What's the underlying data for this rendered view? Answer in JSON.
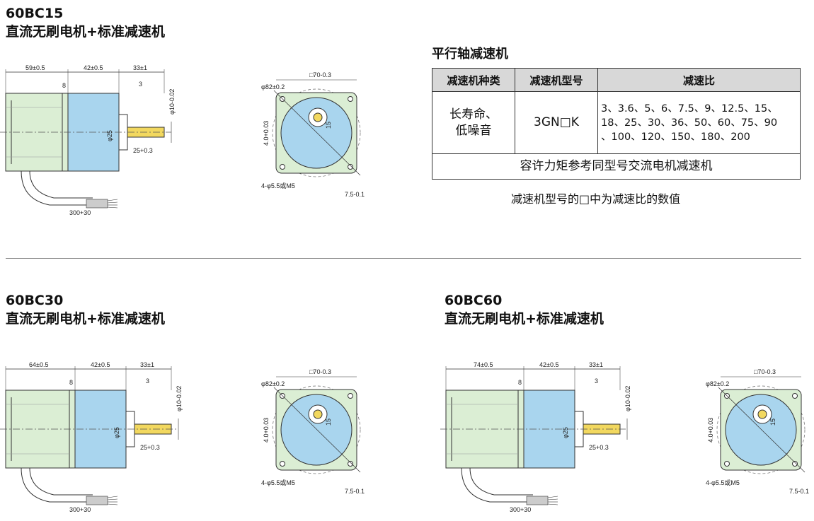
{
  "sections": [
    {
      "model": "60BC15",
      "subtitle": "直流无刷电机+标准减速机"
    },
    {
      "model": "60BC30",
      "subtitle": "直流无刷电机+标准减速机"
    },
    {
      "model": "60BC60",
      "subtitle": "直流无刷电机+标准减速机"
    }
  ],
  "table": {
    "title": "平行轴减速机",
    "headers": [
      "减速机种类",
      "减速机型号",
      "减速比"
    ],
    "row": {
      "type_line1": "长寿命、",
      "type_line2": "低噪音",
      "model": "3GN□K",
      "ratios_line1": "3、3.6、5、6、7.5、9、12.5、15、",
      "ratios_line2": "18、25、30、36、50、60、75、90",
      "ratios_line3": "、100、120、150、180、200"
    },
    "footer": "容许力矩参考同型号交流电机减速机"
  },
  "note": "减速机型号的□中为减速比的数值",
  "drawings": {
    "side": [
      {
        "motor_len": "59±0.5",
        "gear_len": "42±0.5",
        "shaft_len": "33±1",
        "flange": "8",
        "key": "3",
        "shaft_dia": "φ10-0.02",
        "boss_dia": "φ25",
        "key_len": "25+0.3",
        "cable": "300+30"
      },
      {
        "motor_len": "64±0.5",
        "gear_len": "42±0.5",
        "shaft_len": "33±1",
        "flange": "8",
        "key": "3",
        "shaft_dia": "φ10-0.02",
        "boss_dia": "φ25",
        "key_len": "25+0.3",
        "cable": "300+30"
      },
      {
        "motor_len": "74±0.5",
        "gear_len": "42±0.5",
        "shaft_len": "33±1",
        "flange": "8",
        "key": "3",
        "shaft_dia": "φ10-0.02",
        "boss_dia": "φ25",
        "key_len": "25+0.3",
        "cable": "300+30"
      }
    ],
    "front": {
      "square": "□70-0.3",
      "pcd": "φ82±0.2",
      "holes": "4-φ5.5或M5",
      "offset": "15",
      "height": "4.0+0.03",
      "edge": "7.5-0.1"
    }
  },
  "colors": {
    "gearbox": "#a9d5ee",
    "motor": "#dbeed4",
    "shaft": "#f2d85f"
  }
}
